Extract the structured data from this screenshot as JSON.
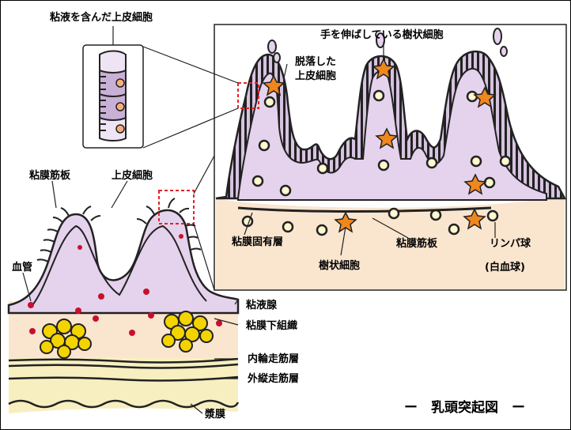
{
  "labels": {
    "mucus_epithelium": "粘液を含んだ上皮細胞",
    "dendritic_reaching": "手を伸ばしている樹状細胞",
    "shed_line1": "脱落した",
    "shed_line2": "上皮細胞",
    "muscularis_left": "粘膜筋板",
    "epithelium_left": "上皮細胞",
    "blood_vessel": "血管",
    "lamina_propria": "粘膜固有層",
    "muscularis_right": "粘膜筋板",
    "dendritic_cell": "樹状細胞",
    "lymphocyte_line1": "リンパ球",
    "lymphocyte_line2": "(白血球)",
    "mucous_gland": "粘液腺",
    "submucosa": "粘膜下組織",
    "inner_circular": "内輪走筋層",
    "outer_longitudinal": "外縦走筋層",
    "serosa": "漿膜"
  },
  "title": "ー　乳頭突起図　ー",
  "colors": {
    "epithelium": "#e5d2ec",
    "epithelium_dark": "#b9a0c6",
    "tissue": "#fae5cf",
    "gland": "#f4d400",
    "blood": "#c8102e",
    "dendritic": "#f0871e",
    "muscle_layer": "#f7efc0"
  }
}
